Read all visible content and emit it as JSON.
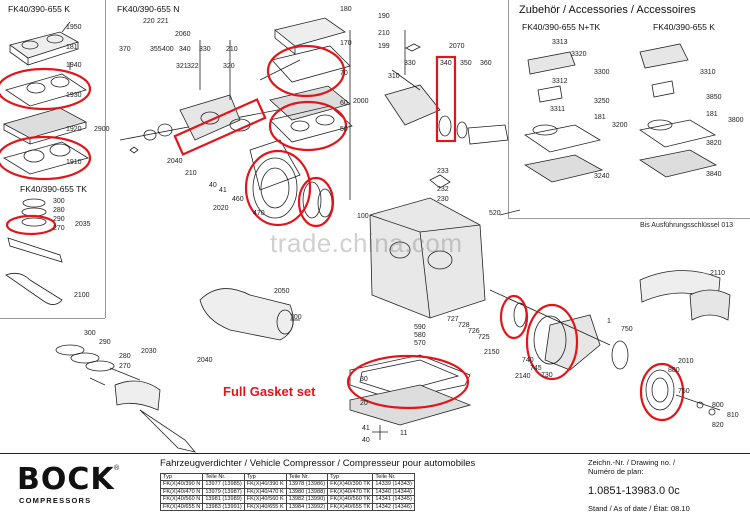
{
  "section_headers": {
    "fk40_k": "FK40/390-655 K",
    "fk40_n": "FK40/390-655 N",
    "fk40_tk": "FK40/390-655 TK",
    "accessories": "Zubehör / Accessories / Accessoires",
    "acc_ntk": "FK40/390-655 N+TK",
    "acc_k": "FK40/390-655 K"
  },
  "callouts": {
    "c1950": "1950",
    "c181a": "181",
    "c1940": "1940",
    "c1930": "1930",
    "c1920": "1920",
    "c2900": "2900",
    "c1910": "1910",
    "c300a": "300",
    "c280a": "280",
    "c290a": "290",
    "c270a": "270",
    "c2035": "2035",
    "c2100a": "2100",
    "c220": "220",
    "c221": "221",
    "c2060": "2060",
    "c370": "370",
    "c355": "355",
    "c400": "400",
    "c340a": "340",
    "c330a": "330",
    "c210a": "210",
    "c321": "321",
    "c322": "322",
    "c320": "320",
    "c2000": "2000",
    "c2040a": "2040",
    "c210b": "210",
    "c40a": "40",
    "c41a": "41",
    "c460": "460",
    "c2020": "2020",
    "c470": "470",
    "c180": "180",
    "c170": "170",
    "c60": "60",
    "c70": "70",
    "c50": "50",
    "c190": "190",
    "c210c": "210",
    "c199": "199",
    "c2070": "2070",
    "c330b": "330",
    "c340b": "340",
    "c350": "350",
    "c360": "360",
    "c310": "310",
    "c233": "233",
    "c232": "232",
    "c230": "230",
    "c520": "520",
    "c100": "100",
    "c3313": "3313",
    "c3320": "3320",
    "c3312": "3312",
    "c3300": "3300",
    "c3311": "3311",
    "c3250": "3250",
    "c181b": "181",
    "c3200": "3200",
    "c3240": "3240",
    "c3310": "3310",
    "c3850": "3850",
    "c181c": "181",
    "c3800": "3800",
    "c3820": "3820",
    "c3840": "3840",
    "bis": "Bis Ausführungsschlüssel 013",
    "c2110": "2110",
    "c2050": "2050",
    "c700": "700",
    "c727": "727",
    "c728": "728",
    "c726": "726",
    "c725": "725",
    "c590": "590",
    "c580": "580",
    "c570": "570",
    "c2150": "2150",
    "c1": "1",
    "c750a": "750",
    "c740": "740",
    "c745": "745",
    "c730": "730",
    "c2140": "2140",
    "c2010": "2010",
    "c880": "880",
    "c750b": "750",
    "c800": "800",
    "c810": "810",
    "c820": "820",
    "c300b": "300",
    "c290b": "290",
    "c280b": "280",
    "c270b": "270",
    "c2030": "2030",
    "c2040b": "2040",
    "c30": "30",
    "c20": "20",
    "c41b": "41",
    "c40b": "40",
    "c11": "11"
  },
  "annotation": {
    "full_gasket_set": "Full Gasket set"
  },
  "watermark": "trade.china.com",
  "title_block": {
    "brand": "BOCK",
    "brand_sub": "COMPRESSORS",
    "reg_mark": "®",
    "product_title": "Fahrzeugverdichter / Vehicle Compressor / Compresseur pour automobiles",
    "types_table": [
      [
        "Typ",
        "Teile Nr.",
        "Typ",
        "Teile Nr.",
        "Typ",
        "Teile Nr."
      ],
      [
        "FK(X)40/390 N",
        "13977 (13985)",
        "FK(X)40/390 K",
        "13978 (13986)",
        "FK(X)40/390 TK",
        "14339 (14343)"
      ],
      [
        "FK(X)40/470 N",
        "13979 (13987)",
        "FK(X)40/470 K",
        "13980 (13988)",
        "FK(X)40/470 TK",
        "14340 (14344)"
      ],
      [
        "FK(X)40/560 N",
        "13981 (13989)",
        "FK(X)40/560 K",
        "13982 (13990)",
        "FK(X)40/560 TK",
        "14341 (14345)"
      ],
      [
        "FK(X)40/655 N",
        "13983 (13991)",
        "FK(X)40/655 K",
        "13984 (13992)",
        "FK(X)40/655 TK",
        "14342 (14346)"
      ]
    ],
    "drawing_label_1": "Zeichn.-Nr. / Drawing no. /",
    "drawing_label_2": "Numéro de plan:",
    "drawing_number": "1.0851-13983.0 0c",
    "stand": "Stand / As of date / État: 08.10"
  },
  "colors": {
    "highlight": "#e0161b",
    "line": "#222222",
    "grid": "#999999"
  }
}
